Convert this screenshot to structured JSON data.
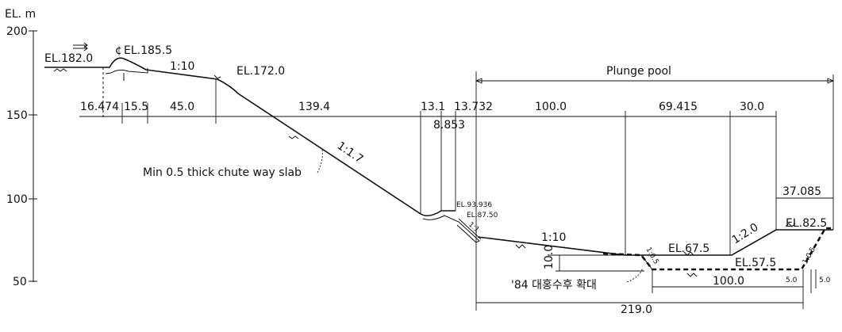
{
  "axis": {
    "unit": "EL. m",
    "ticks": [
      "200",
      "150",
      "100",
      "50"
    ]
  },
  "elevations": {
    "el_182": "EL.182.0",
    "el_185_5": "EL.185.5",
    "crest_symbol": "¢",
    "el_172": "EL.172.0",
    "el_93_936": "EL.93.936",
    "el_87_5": "EL.87.50",
    "el_67_5": "EL.67.5",
    "el_57_5": "EL.57.5",
    "el_82_5": "EL.82.5"
  },
  "slopes": {
    "s_1_10_top": "1:10",
    "s_1_1_7": "1:1.7",
    "s_1_1": "1:1",
    "s_1_10_bottom": "1:10",
    "s_1_0_5_left": "1:0.5",
    "s_1_2": "1:2.0",
    "s_1_0_5_right": "1:0.5"
  },
  "dimensions": {
    "d_16_474": "16.474",
    "d_15_5": "15.5",
    "d_45": "45.0",
    "d_139_4": "139.4",
    "d_13_1": "13.1",
    "d_8_853": "8.853",
    "d_13_732": "13.732",
    "d_100_top": "100.0",
    "d_69_415": "69.415",
    "d_30": "30.0",
    "d_37_085": "37.085",
    "d_10": "10.0",
    "d_100_bottom": "100.0",
    "d_5_left": "5.0",
    "d_5_right": "5.0",
    "d_219": "219.0"
  },
  "notes": {
    "plunge_pool": "Plunge pool",
    "slab_note": "Min 0.5 thick chute way slab",
    "enlargement_note": "'84 대홍수후 확대"
  }
}
